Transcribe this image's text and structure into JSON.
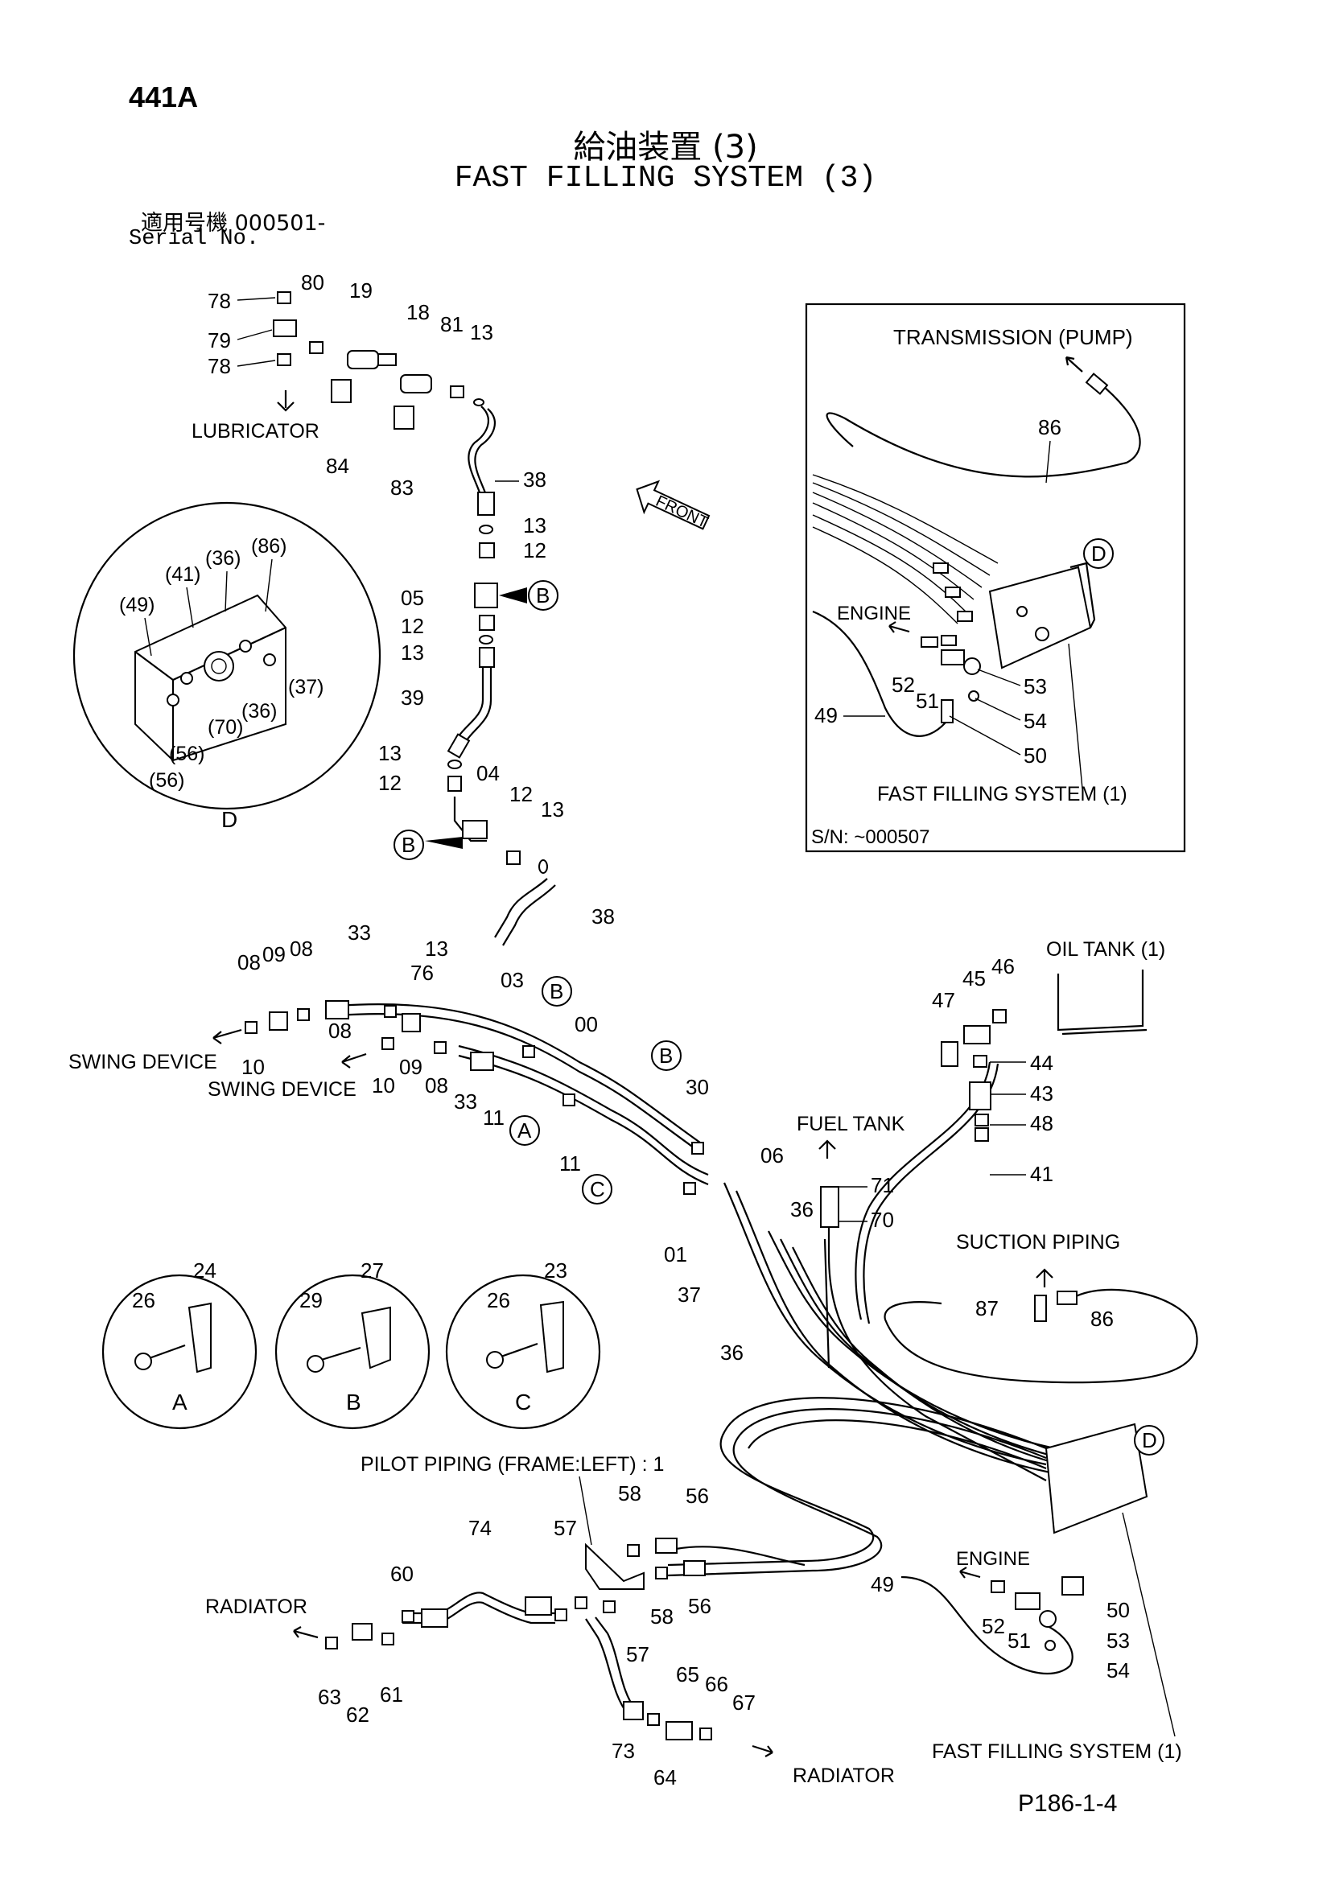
{
  "header": {
    "page_code": "441A",
    "title_jp": "給油装置 (3)",
    "title_en": "FAST FILLING SYSTEM (3)",
    "serial_jp": "適用号機  000501-",
    "serial_en": "Serial No."
  },
  "footer": {
    "code": "P186-1-4"
  },
  "inset_box": {
    "transmission": "TRANSMISSION (PUMP)",
    "engine": "ENGINE",
    "fast_filling": "FAST FILLING SYSTEM (1)",
    "serial_range": "S/N: ~000507",
    "ref_d": "D"
  },
  "labels": {
    "lubricator": "LUBRICATOR",
    "front": "FRONT",
    "swing_device_1": "SWING DEVICE",
    "swing_device_2": "SWING DEVICE",
    "oil_tank": "OIL TANK (1)",
    "fuel_tank": "FUEL TANK",
    "suction_piping": "SUCTION PIPING",
    "pilot_piping": "PILOT PIPING (FRAME:LEFT) : 1",
    "engine_main": "ENGINE",
    "radiator_1": "RADIATOR",
    "radiator_2": "RADIATOR",
    "fast_filling_main": "FAST FILLING SYSTEM (1)"
  },
  "detail_callouts": {
    "A": "A",
    "B": "B",
    "C": "C",
    "D": "D"
  },
  "detail_d_parts": [
    "(49)",
    "(41)",
    "(36)",
    "(86)",
    "(37)",
    "(36)",
    "(70)",
    "(56)",
    "(56)"
  ],
  "detail_a_parts": [
    "24",
    "26"
  ],
  "detail_b_parts": [
    "27",
    "29"
  ],
  "detail_c_parts": [
    "23",
    "26"
  ],
  "part_numbers": {
    "top": [
      "78",
      "79",
      "78",
      "80",
      "19",
      "18",
      "81",
      "13",
      "84",
      "83",
      "38",
      "13",
      "12",
      "05",
      "12",
      "13",
      "39",
      "13",
      "12",
      "04",
      "12",
      "13",
      "38",
      "13",
      "76",
      "03",
      "00"
    ],
    "swing": [
      "08",
      "09",
      "08",
      "33",
      "08",
      "10",
      "09",
      "08",
      "10",
      "33",
      "11",
      "11",
      "30",
      "06",
      "01",
      "36",
      "37",
      "36"
    ],
    "oiltank": [
      "47",
      "45",
      "46",
      "44",
      "43",
      "48",
      "41",
      "71",
      "70",
      "87",
      "86"
    ],
    "inset": [
      "86",
      "52",
      "51",
      "53",
      "54",
      "50",
      "49"
    ],
    "lower": [
      "74",
      "60",
      "57",
      "58",
      "56",
      "58",
      "56",
      "57",
      "63",
      "62",
      "61",
      "65",
      "66",
      "67",
      "73",
      "64",
      "49",
      "50",
      "52",
      "51",
      "53",
      "54"
    ]
  }
}
